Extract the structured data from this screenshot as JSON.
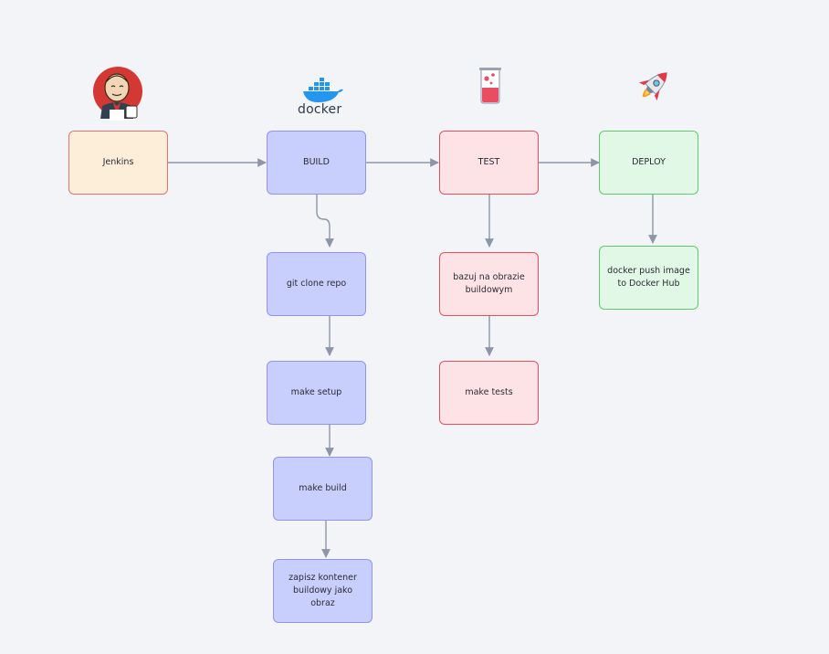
{
  "nodes": {
    "jenkins": "Jenkins",
    "build": "BUILD",
    "test": "TEST",
    "deploy": "DEPLOY",
    "git_clone": "git clone repo",
    "make_setup": "make setup",
    "make_build": "make build",
    "save_container": "zapisz kontener buildowy jako obraz",
    "base_on_image": "bazuj na obrazie buildowym",
    "make_tests": "make tests",
    "docker_push": "docker push image to Docker Hub"
  },
  "logos": {
    "docker_wordmark": "docker"
  },
  "icons": [
    "jenkins-butler-icon",
    "docker-whale-icon",
    "beaker-icon",
    "rocket-icon"
  ],
  "colors": {
    "background": "#f3f4f8",
    "edge": "#8c96a8",
    "jenkins_fill": "#fdeed9",
    "jenkins_border": "#ec6f6f",
    "build_fill": "#c9cffd",
    "build_border": "#8c96ef",
    "test_fill": "#fde3e6",
    "test_border": "#e5505f",
    "deploy_fill": "#e2f8e6",
    "deploy_border": "#5ccc6a"
  }
}
